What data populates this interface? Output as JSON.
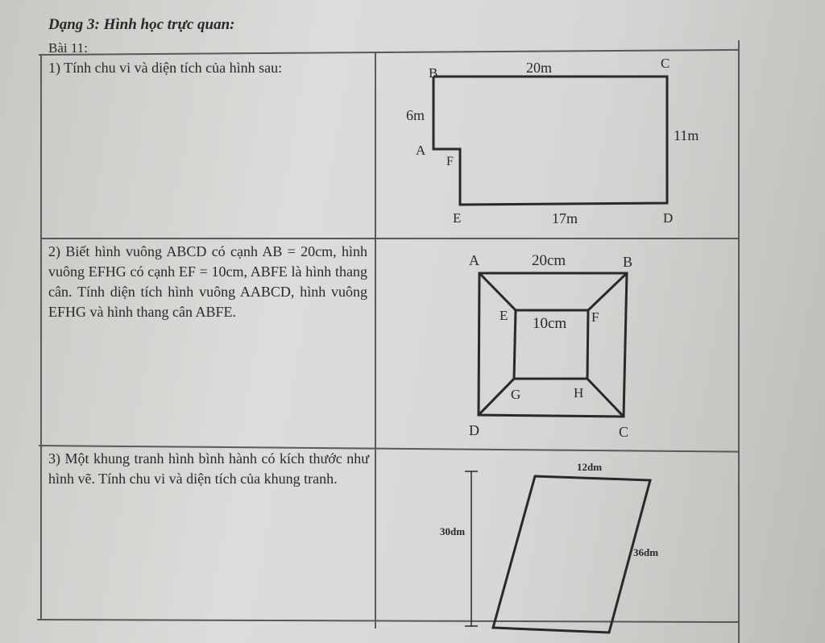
{
  "heading": "Dạng 3: Hình học trực quan:",
  "subheading": "Bài 11:",
  "problems": [
    {
      "text": "1)  Tính chu vi và diện tích của hình sau:",
      "figure": {
        "points": {
          "A": "A",
          "B": "B",
          "C": "C",
          "D": "D",
          "E": "E",
          "F": "F"
        },
        "dims": {
          "top": "20m",
          "left": "6m",
          "right": "11m",
          "bottom": "17m"
        }
      }
    },
    {
      "text": "2) Biết hình vuông ABCD có cạnh AB = 20cm, hình vuông EFHG có cạnh EF = 10cm, ABFE là hình thang cân. Tính diện tích hình vuông AABCD, hình vuông EFHG và hình thang cân ABFE.",
      "figure": {
        "points": {
          "A": "A",
          "B": "B",
          "C": "C",
          "D": "D",
          "E": "E",
          "F": "F",
          "G": "G",
          "H": "H"
        },
        "dims": {
          "outer": "20cm",
          "inner": "10cm"
        }
      }
    },
    {
      "text": "3) Một khung tranh hình bình hành có kích thước như hình vẽ. Tính chu vi và diện tích của khung tranh.",
      "figure": {
        "dims": {
          "top": "12dm",
          "height": "30dm",
          "side": "36dm"
        }
      }
    }
  ]
}
